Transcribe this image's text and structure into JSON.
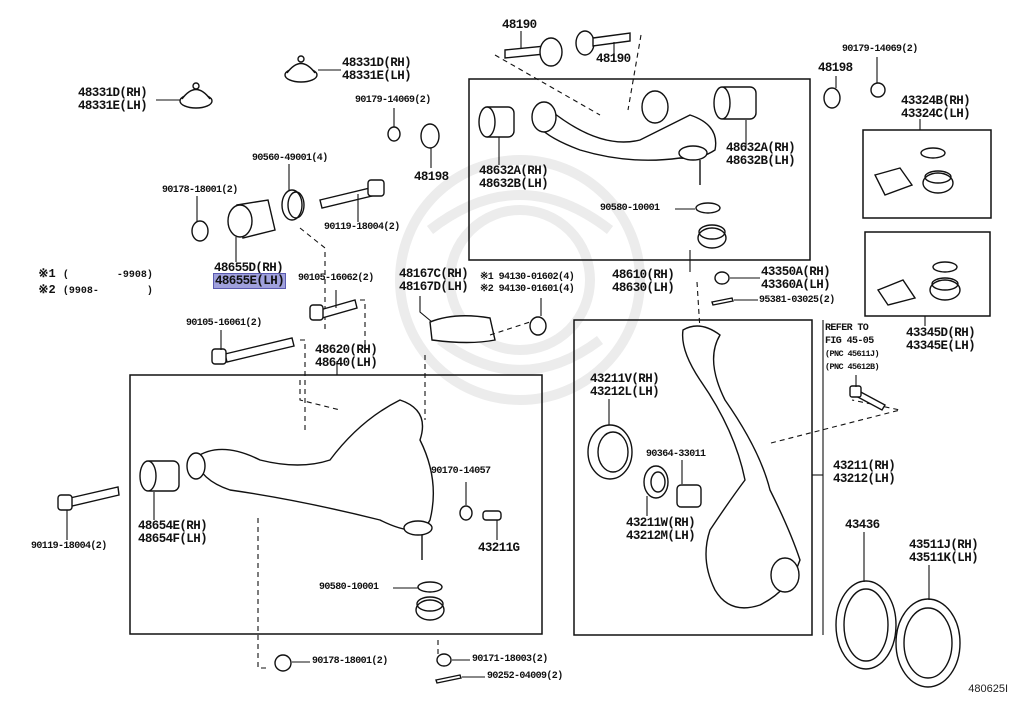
{
  "diagram": {
    "title": "Front suspension arm / steering knuckle exploded parts diagram",
    "figure_id": "480625I",
    "highlight_color": "#9fa0dc",
    "notes": [
      {
        "mark": "※1",
        "range": "(        -9908)"
      },
      {
        "mark": "※2",
        "range": "(9908-        )"
      }
    ],
    "refer": {
      "line1": "REFER TO",
      "line2": "FIG 45-05",
      "line3": "(PNC 45611J)",
      "line4": "(PNC 45612B)"
    },
    "callouts": {
      "c48331_left": {
        "line1": "48331D(RH)",
        "line2": "48331E(LH)"
      },
      "c48331_top": {
        "line1": "48331D(RH)",
        "line2": "48331E(LH)"
      },
      "c90179_left": "90179-14069(2)",
      "c48198_left": "48198",
      "c90560": "90560-49001(4)",
      "c90178_top": "90178-18001(2)",
      "c90119_top": "90119-18004(2)",
      "c48655": {
        "line1": "48655D(RH)",
        "line2": "48655E(LH)",
        "highlighted": "48655E(LH)"
      },
      "c90105_16062": "90105-16062(2)",
      "c90105_16061": "90105-16061(2)",
      "c48167": {
        "line1": "48167C(RH)",
        "line2": "48167D(LH)"
      },
      "c94130": {
        "line1": "※1 94130-01602(4)",
        "line2": "※2 94130-01601(4)"
      },
      "c48620": {
        "line1": "48620(RH)",
        "line2": "48640(LH)"
      },
      "c48190_a": "48190",
      "c48190_b": "48190",
      "c48632_left": {
        "line1": "48632A(RH)",
        "line2": "48632B(LH)"
      },
      "c48632_right": {
        "line1": "48632A(RH)",
        "line2": "48632B(LH)"
      },
      "c90580_top": "90580-10001",
      "c48610": {
        "line1": "48610(RH)",
        "line2": "48630(LH)"
      },
      "c43350": {
        "line1": "43350A(RH)",
        "line2": "43360A(LH)"
      },
      "c95381": "95381-03025(2)",
      "c90179_right": "90179-14069(2)",
      "c48198_right": "48198",
      "c43324": {
        "line1": "43324B(RH)",
        "line2": "43324C(LH)"
      },
      "c43345": {
        "line1": "43345D(RH)",
        "line2": "43345E(LH)"
      },
      "c43211V": {
        "line1": "43211V(RH)",
        "line2": "43212L(LH)"
      },
      "c90364": "90364-33011",
      "c43211W": {
        "line1": "43211W(RH)",
        "line2": "43212M(LH)"
      },
      "c43211": {
        "line1": "43211(RH)",
        "line2": "43212(LH)"
      },
      "c43436": "43436",
      "c43511": {
        "line1": "43511J(RH)",
        "line2": "43511K(LH)"
      },
      "c90119_bottom": "90119-18004(2)",
      "c48654": {
        "line1": "48654E(RH)",
        "line2": "48654F(LH)"
      },
      "c90170": "90170-14057",
      "c43211G": "43211G",
      "c90580_bottom": "90580-10001",
      "c90178_bottom": "90178-18001(2)",
      "c90171": "90171-18003(2)",
      "c90252": "90252-04009(2)"
    }
  }
}
